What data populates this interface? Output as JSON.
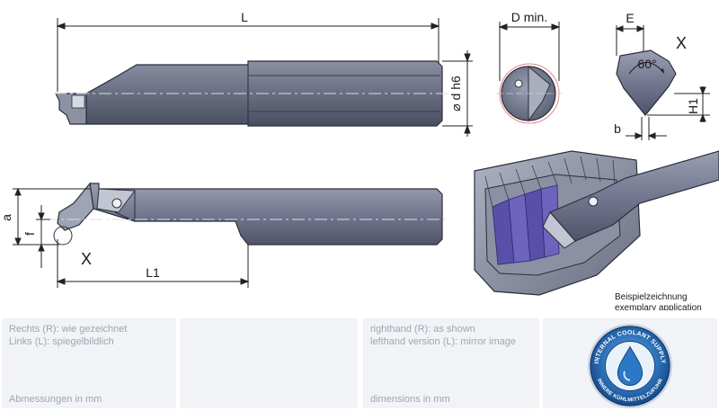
{
  "drawing": {
    "labels": {
      "L": "L",
      "D_min": "D min.",
      "d_h6": "⌀ d h6",
      "E": "E",
      "X_detail": "X",
      "angle": "60°",
      "H1": "H1",
      "b": "b",
      "a": "a",
      "f": "f",
      "X_view": "X",
      "L1": "L1"
    },
    "caption": {
      "de": "Beispielzeichnung",
      "en": "exemplary application"
    }
  },
  "footer": {
    "panel1": {
      "line1": "Rechts (R): wie gezeichnet",
      "line2": "Links (L): spiegelbildlich",
      "bottom": "Abmessungen in mm"
    },
    "panel3": {
      "line1": "righthand (R): as shown",
      "line2": "lefthand version (L): mirror image",
      "bottom": "dimensions in mm"
    },
    "badge": {
      "top_text": "INTERNAL COOLANT SUPPLY",
      "bottom_text": "INNERE KÜHLMITTELZUFUHR"
    }
  },
  "colors": {
    "steel_dark": "#5b6073",
    "steel_mid": "#7d8295",
    "steel_light": "#b7bcca",
    "thread_purple": "#5a4fa8",
    "panel_bg": "#f1f3f6",
    "badge_blue": "#1f5fa3"
  }
}
